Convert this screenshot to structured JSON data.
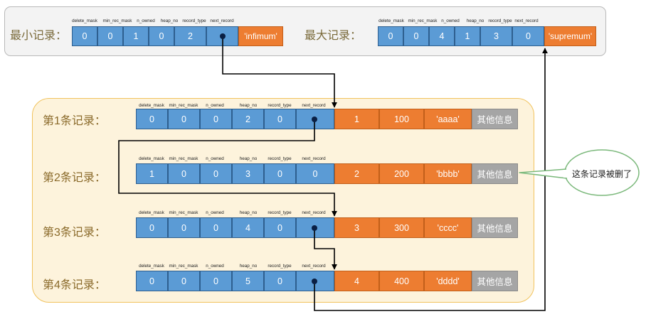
{
  "headers": {
    "delete_mask": "delete_mask",
    "min_rec_mask": "min_rec_mask",
    "n_owned": "n_owned",
    "heap_no": "heap_no",
    "record_type": "record_type",
    "next_record": "next_record"
  },
  "infimum": {
    "label": "最小记录：",
    "fields": [
      "0",
      "0",
      "1",
      "0",
      "2"
    ],
    "name": "'infimum'"
  },
  "supremum": {
    "label": "最大记录：",
    "fields": [
      "0",
      "0",
      "4",
      "1",
      "3",
      "0"
    ],
    "name": "'supremum'"
  },
  "records": [
    {
      "label": "第1条记录：",
      "fields": [
        "0",
        "0",
        "0",
        "2",
        "0"
      ],
      "data": [
        "1",
        "100",
        "'aaaa'"
      ],
      "other": "其他信息"
    },
    {
      "label": "第2条记录：",
      "fields": [
        "1",
        "0",
        "0",
        "3",
        "0",
        "0"
      ],
      "data": [
        "2",
        "200",
        "'bbbb'"
      ],
      "other": "其他信息"
    },
    {
      "label": "第3条记录：",
      "fields": [
        "0",
        "0",
        "0",
        "4",
        "0"
      ],
      "data": [
        "3",
        "300",
        "'cccc'"
      ],
      "other": "其他信息"
    },
    {
      "label": "第4条记录：",
      "fields": [
        "0",
        "0",
        "0",
        "5",
        "0"
      ],
      "data": [
        "4",
        "400",
        "'dddd'"
      ],
      "other": "其他信息"
    }
  ],
  "callout": "这条记录被删了",
  "colors": {
    "field_blue": "#5b9bd5",
    "data_orange": "#ed7d31",
    "other_gray": "#a5a5a5",
    "group_fill": "#fdf3dc",
    "group_border": "#f1c35e",
    "pointer": "#0a1f44"
  }
}
